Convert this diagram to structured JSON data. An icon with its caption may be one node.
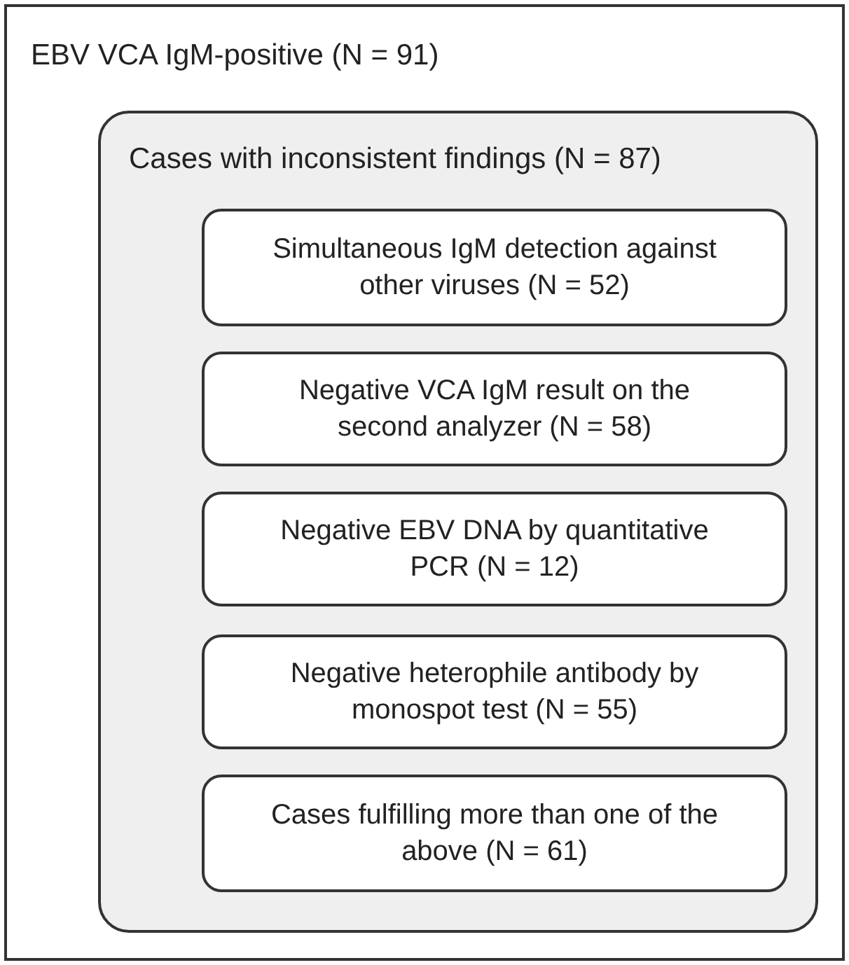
{
  "diagram": {
    "nodes": [
      {
        "text": [
          "EBV VCA IgM-positive (N = 91)"
        ]
      },
      {
        "text": [
          "Cases with inconsistent findings (N = 87)"
        ],
        "in": 0
      },
      {
        "text": [
          "Simultaneous IgM detection against other viruses (N = 52)"
        ],
        "in": 1
      },
      {
        "text": [
          "Negative VCA IgM result on the second analyzer (N = 58)"
        ],
        "in": 1
      },
      {
        "text": [
          "Negative EBV DNA by quantitative PCR (N = 12)"
        ],
        "in": 1
      },
      {
        "text": [
          "Negative heterophile antibody by monospot test (N = 55)"
        ],
        "in": 1
      },
      {
        "text": [
          "Cases fulfilling more than one of the above (N = 61)"
        ],
        "in": 1
      }
    ]
  }
}
